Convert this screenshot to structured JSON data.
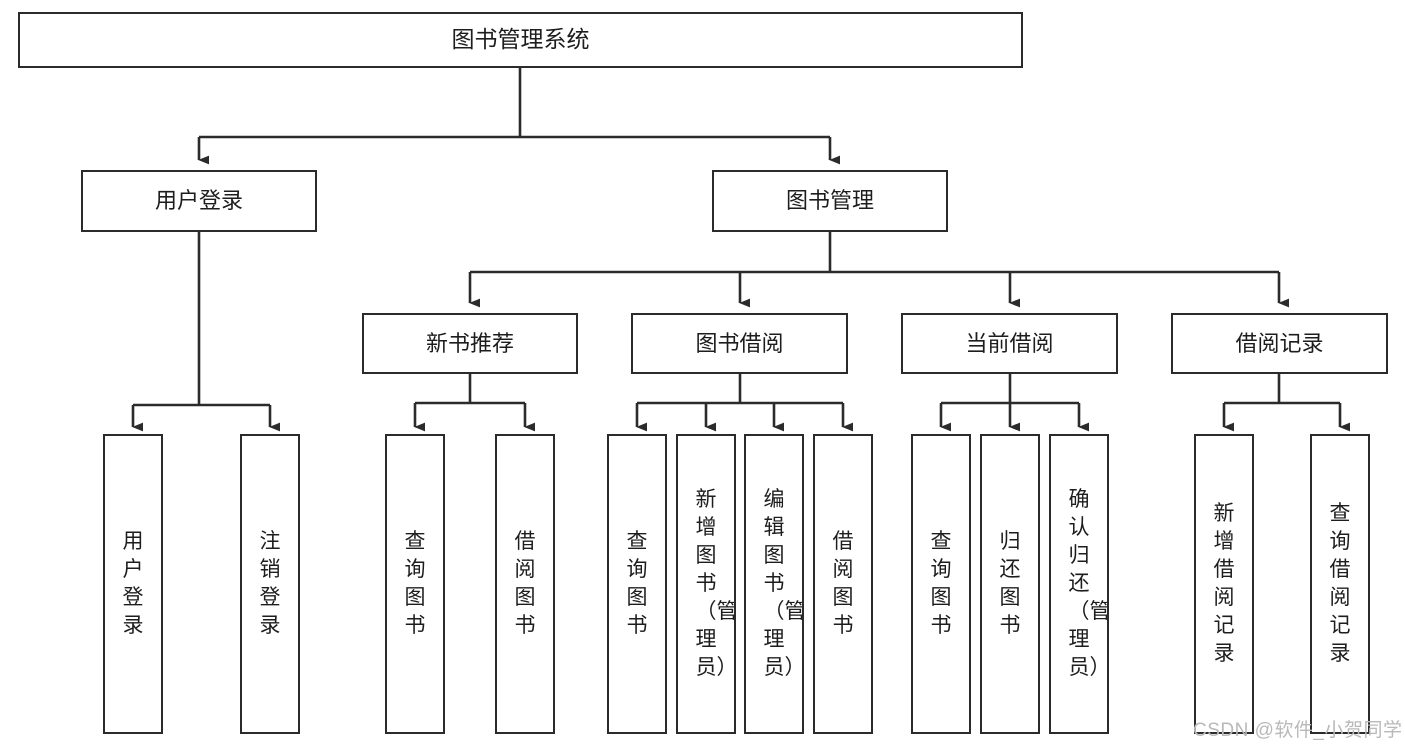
{
  "diagram": {
    "type": "hierarchy-tree",
    "title": "图书管理系统",
    "watermark": "CSDN @软件_小贺同学",
    "colors": {
      "stroke": "#2b2b2b",
      "fill": "#ffffff",
      "text": "#1d1d1d",
      "watermark": "#b9b9b9"
    },
    "nodes": {
      "root": {
        "label": "图书管理系统"
      },
      "level2": [
        {
          "id": "user-login",
          "label": "用户登录"
        },
        {
          "id": "book-management",
          "label": "图书管理"
        }
      ],
      "level3": [
        {
          "id": "new-book-recommend",
          "label": "新书推荐"
        },
        {
          "id": "book-borrow",
          "label": "图书借阅"
        },
        {
          "id": "current-borrow",
          "label": "当前借阅"
        },
        {
          "id": "borrow-record",
          "label": "借阅记录"
        }
      ],
      "leaves": [
        {
          "id": "leaf-user-login",
          "label": "用户登录",
          "parent": "user-login"
        },
        {
          "id": "leaf-logout",
          "label": "注销登录",
          "parent": "user-login"
        },
        {
          "id": "leaf-query-book-1",
          "label": "查询图书",
          "parent": "new-book-recommend"
        },
        {
          "id": "leaf-borrow-book-1",
          "label": "借阅图书",
          "parent": "new-book-recommend"
        },
        {
          "id": "leaf-query-book-2",
          "label": "查询图书",
          "parent": "book-borrow"
        },
        {
          "id": "leaf-add-book",
          "label": "新增图书（管理员）",
          "parent": "book-borrow"
        },
        {
          "id": "leaf-edit-book",
          "label": "编辑图书（管理员）",
          "parent": "book-borrow"
        },
        {
          "id": "leaf-borrow-book-2",
          "label": "借阅图书",
          "parent": "book-borrow"
        },
        {
          "id": "leaf-query-book-3",
          "label": "查询图书",
          "parent": "current-borrow"
        },
        {
          "id": "leaf-return-book",
          "label": "归还图书",
          "parent": "current-borrow"
        },
        {
          "id": "leaf-confirm-return",
          "label": "确认归还（管理员）",
          "parent": "current-borrow"
        },
        {
          "id": "leaf-add-record",
          "label": "新增借阅记录",
          "parent": "borrow-record"
        },
        {
          "id": "leaf-query-record",
          "label": "查询借阅记录",
          "parent": "borrow-record"
        }
      ]
    }
  }
}
